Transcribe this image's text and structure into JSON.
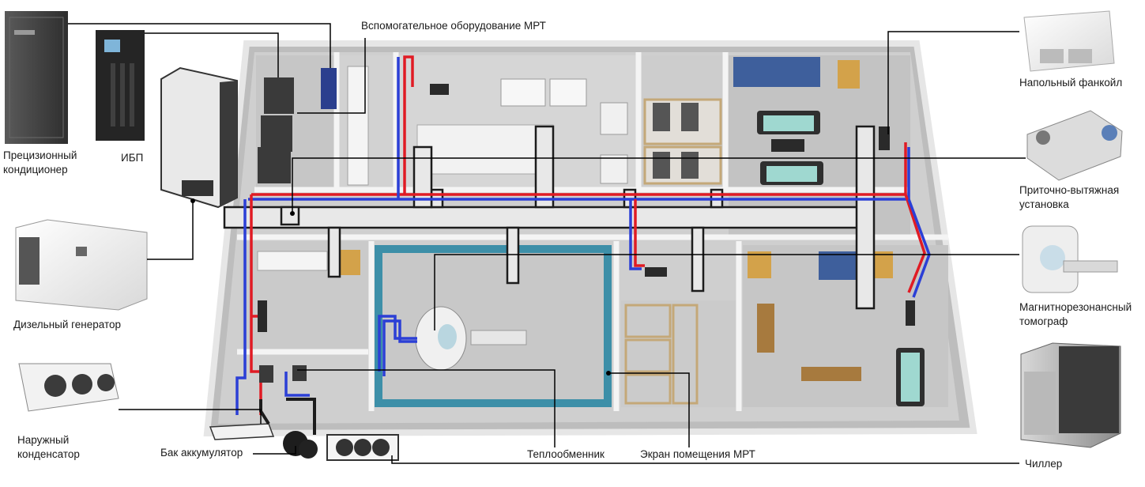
{
  "labels": {
    "aux_equipment": "Вспомогательное оборудование МРТ",
    "precision_ac_1": "Прецизионный",
    "precision_ac_2": "кондиционер",
    "ups": "ИБП",
    "diesel": "Дизельный генератор",
    "condenser_1": "Наружный",
    "condenser_2": "конденсатор",
    "buffer_tank": "Бак аккумулятор",
    "heat_exchanger": "Теплообменник",
    "mri_shield": "Экран помещения МРТ",
    "chiller": "Чиллер",
    "fancoil": "Напольный фанкойл",
    "ahu_1": "Приточно-вытяжная",
    "ahu_2": "установка",
    "mri_1": "Магнитнорезонансный",
    "mri_2": "томограф"
  },
  "colors": {
    "supply_pipe": "#e01b24",
    "return_pipe": "#2b3fd6",
    "duct": "#e8e8e8",
    "floor": "#c9c9c9",
    "wall": "#f2f2f2",
    "mri_room": "#3d8fa8",
    "leader_line": "#000000"
  }
}
